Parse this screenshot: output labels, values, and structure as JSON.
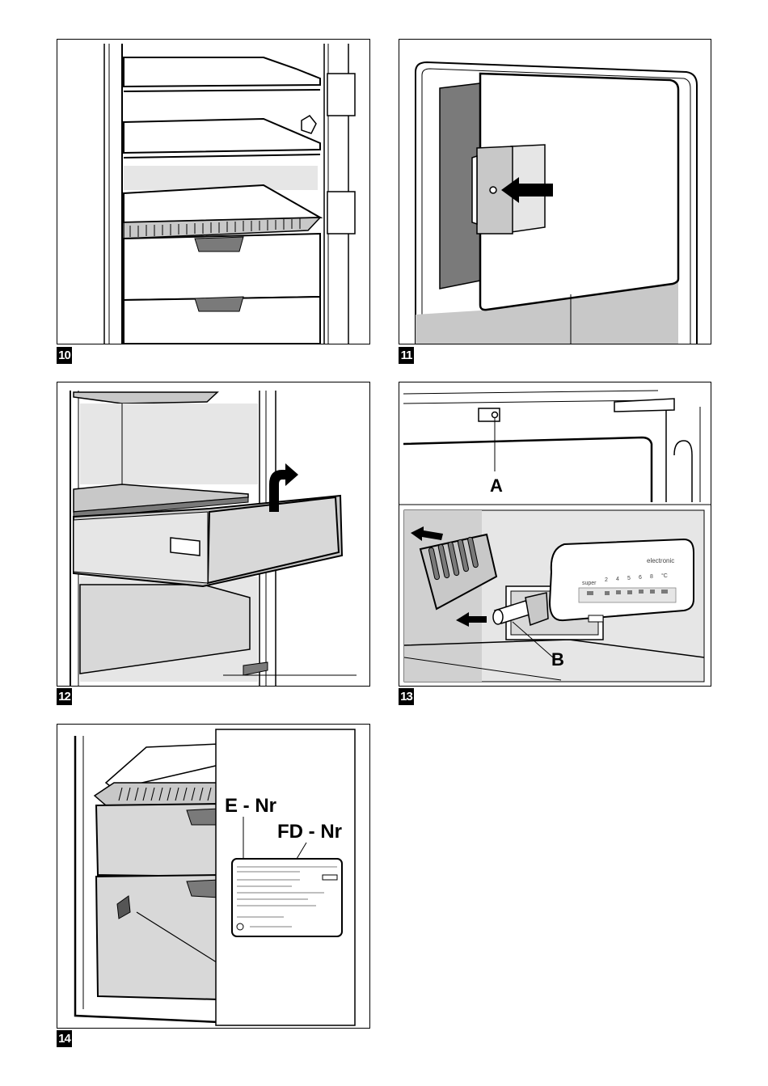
{
  "figures": [
    {
      "number": "10"
    },
    {
      "number": "11"
    },
    {
      "number": "12"
    },
    {
      "number": "13",
      "label_a": "A",
      "label_b": "B",
      "display": {
        "brand": "electronic",
        "super": "super",
        "scale": [
          "2",
          "4",
          "5",
          "6",
          "8"
        ],
        "unit": "°C"
      }
    },
    {
      "number": "14",
      "label_e": "E - Nr",
      "label_fd": "FD - Nr"
    }
  ],
  "colors": {
    "line": "#000000",
    "shade_light": "#e6e6e6",
    "shade_mid": "#c8c8c8",
    "shade_dark": "#7a7a7a"
  }
}
